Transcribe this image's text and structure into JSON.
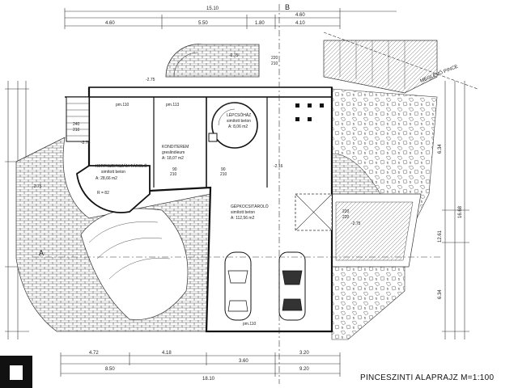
{
  "title": "PINCESZINTI ALAPRAJZ M=1:100",
  "rooms": {
    "kert": {
      "name": "KERTISZERSZÁM TÁROLÓ",
      "finish": "simított beton",
      "area": "A: 28,66 m2",
      "r": "R = 82"
    },
    "konyv": {
      "name": "KONDITEREM",
      "finish": "greslinóleum",
      "area": "A: 18,07 m2"
    },
    "lepcso": {
      "name": "LÉPCSŐHÁZ",
      "finish": "simított beton",
      "area": "A: 8,06 m2"
    },
    "gepkocsi": {
      "name": "GÉPKOCSITÁROLÓ",
      "finish": "simított beton",
      "area": "A: 112,56 m2"
    },
    "pince": {
      "name": "MEGLÉVŐ PINCE"
    }
  },
  "marks": {
    "pm1": "pm.110",
    "pm2": "pm.113",
    "pm3": "pm.110",
    "lev1": "-2.75",
    "lev2": "-2.75",
    "lev3": "-2.75",
    "lev4": "-2.75",
    "lev5": "-2.16",
    "lev6": "-2.75",
    "d1": "240",
    "d2": "210",
    "d3": "90",
    "d4": "210",
    "d5": "90",
    "d6": "210",
    "d7": "220",
    "d8": "220",
    "d9": "220",
    "d10": "210"
  },
  "dims_top": {
    "total": "15.10",
    "a": "4.60",
    "b": "5.50",
    "c": "1.80",
    "d": "4.10",
    "e": "4.60"
  },
  "dims_bottom": {
    "a": "4.72",
    "b": "4.18",
    "c": "3.60",
    "d": "3.20",
    "e": "8.50",
    "f": "9.20",
    "total": "18.10"
  },
  "dims_right": {
    "a": "6.34",
    "b": "12.61",
    "c": "6.34",
    "d": "16.68"
  },
  "axis": {
    "a": "A",
    "b": "B"
  }
}
